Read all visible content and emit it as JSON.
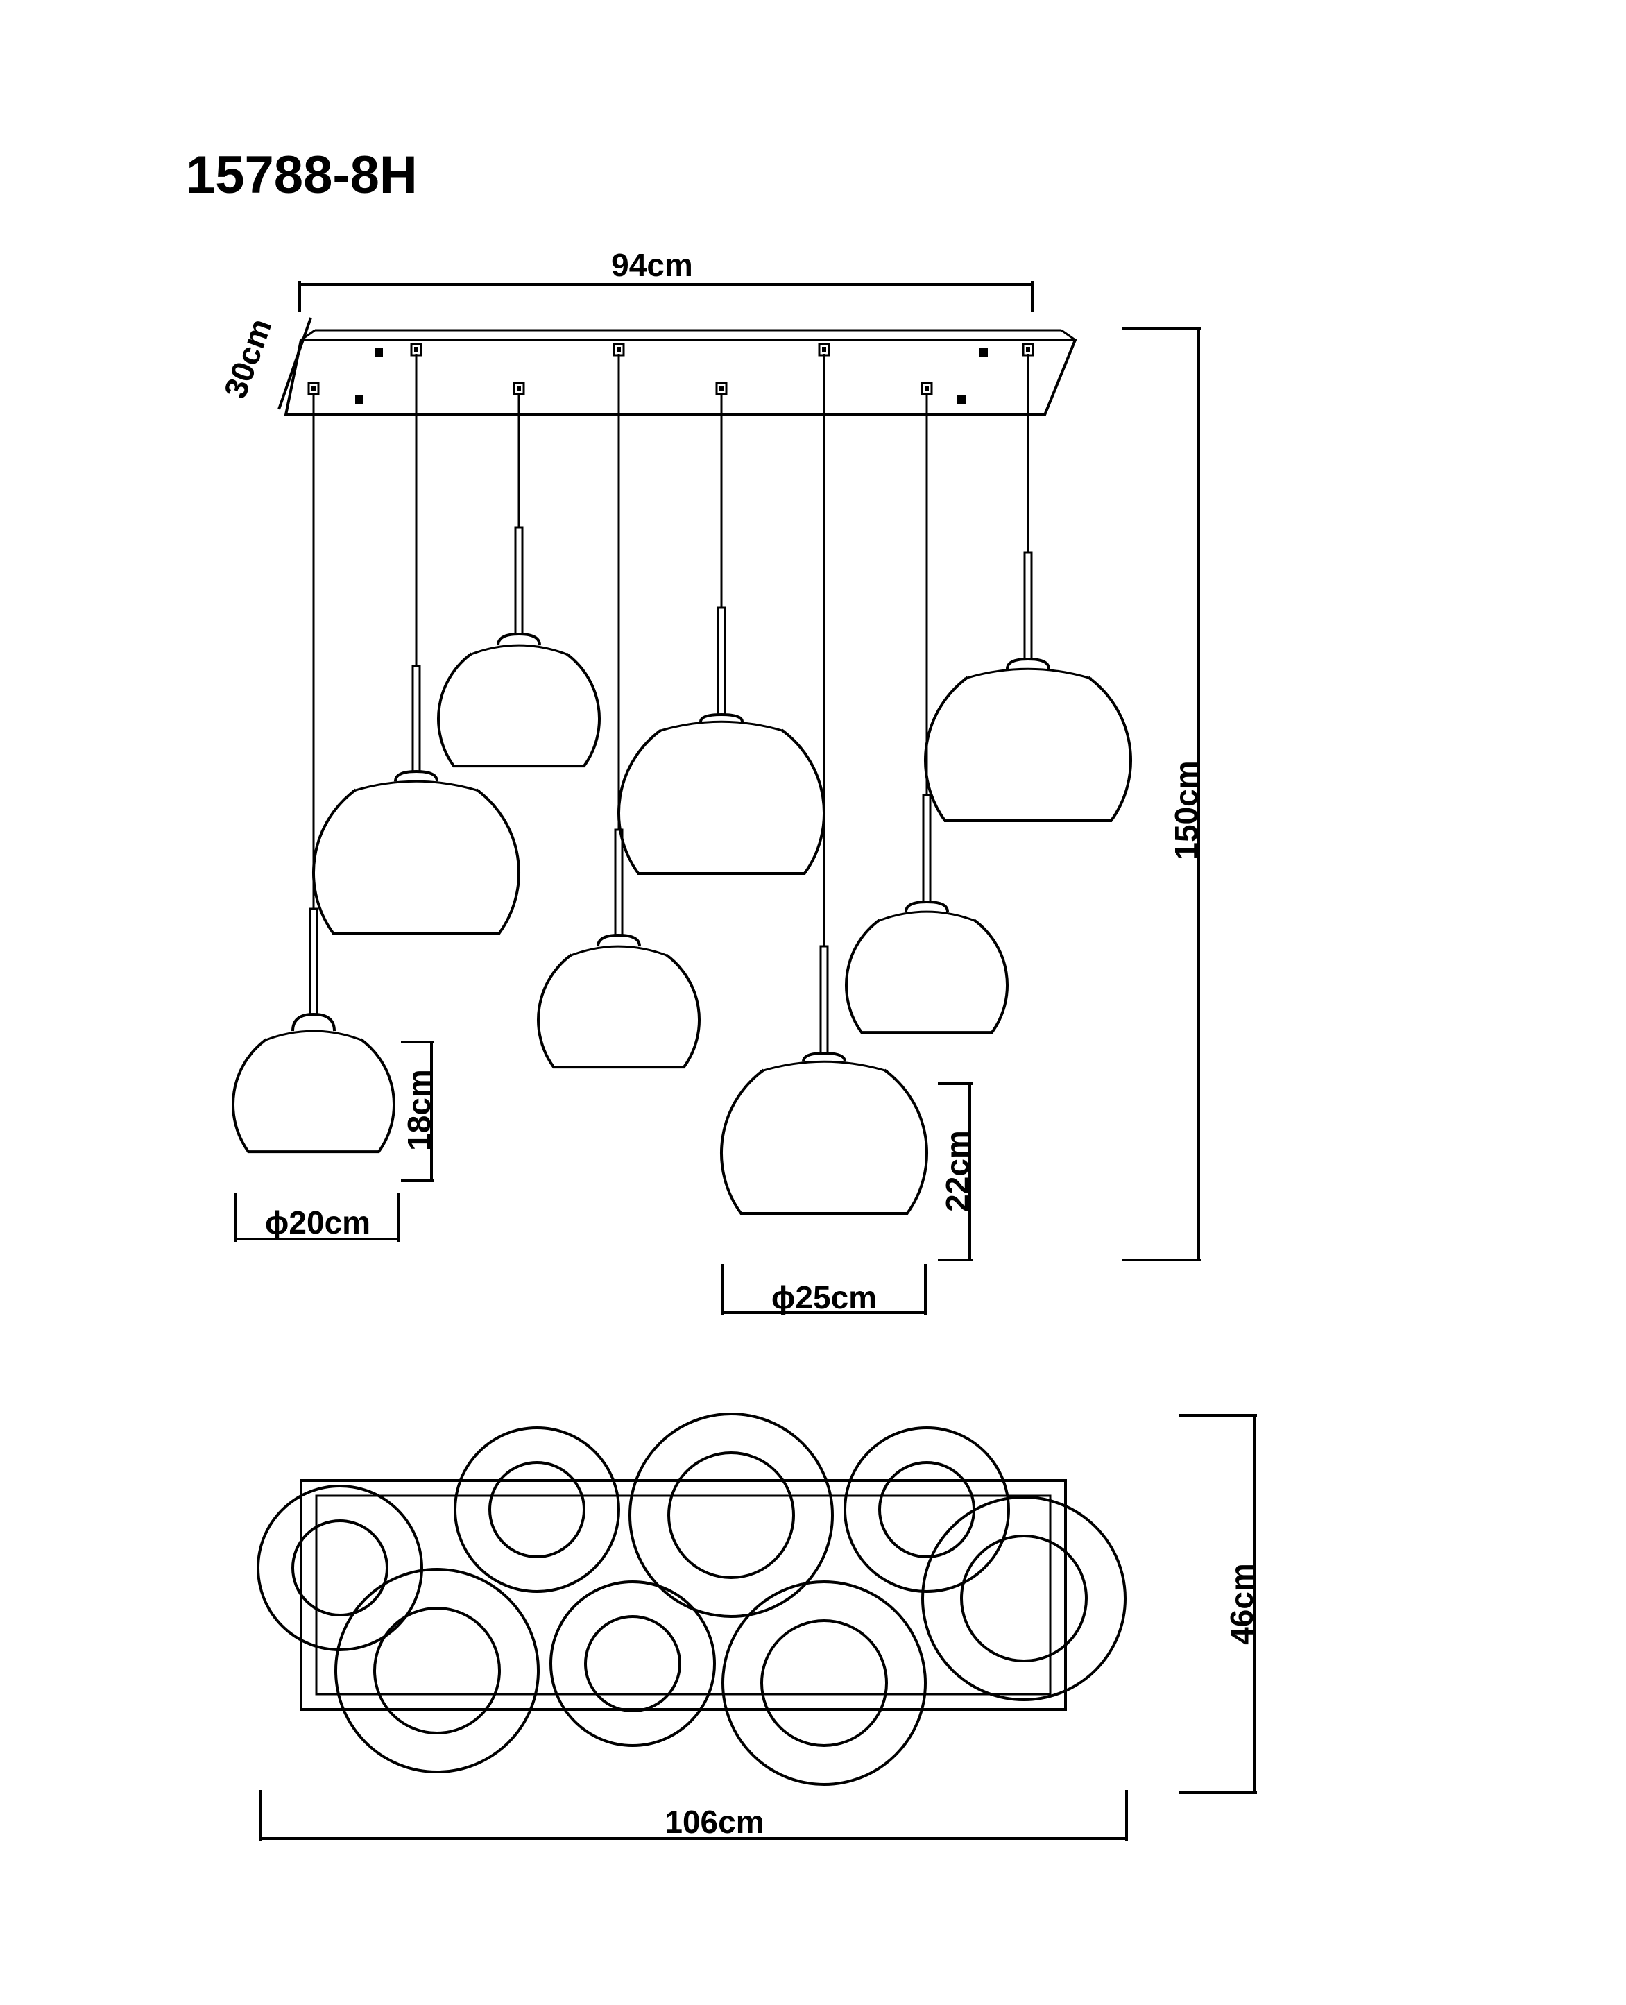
{
  "model_code": "15788-8H",
  "dimensions": {
    "canopy_length": "94cm",
    "canopy_depth": "30cm",
    "overall_height": "150cm",
    "small_shade_height": "18cm",
    "small_shade_diameter": "ϕ20cm",
    "large_shade_height": "22cm",
    "large_shade_diameter": "ϕ25cm",
    "top_view_width": "106cm",
    "top_view_depth": "46cm"
  },
  "colors": {
    "line": "#000000",
    "background": "#ffffff"
  }
}
